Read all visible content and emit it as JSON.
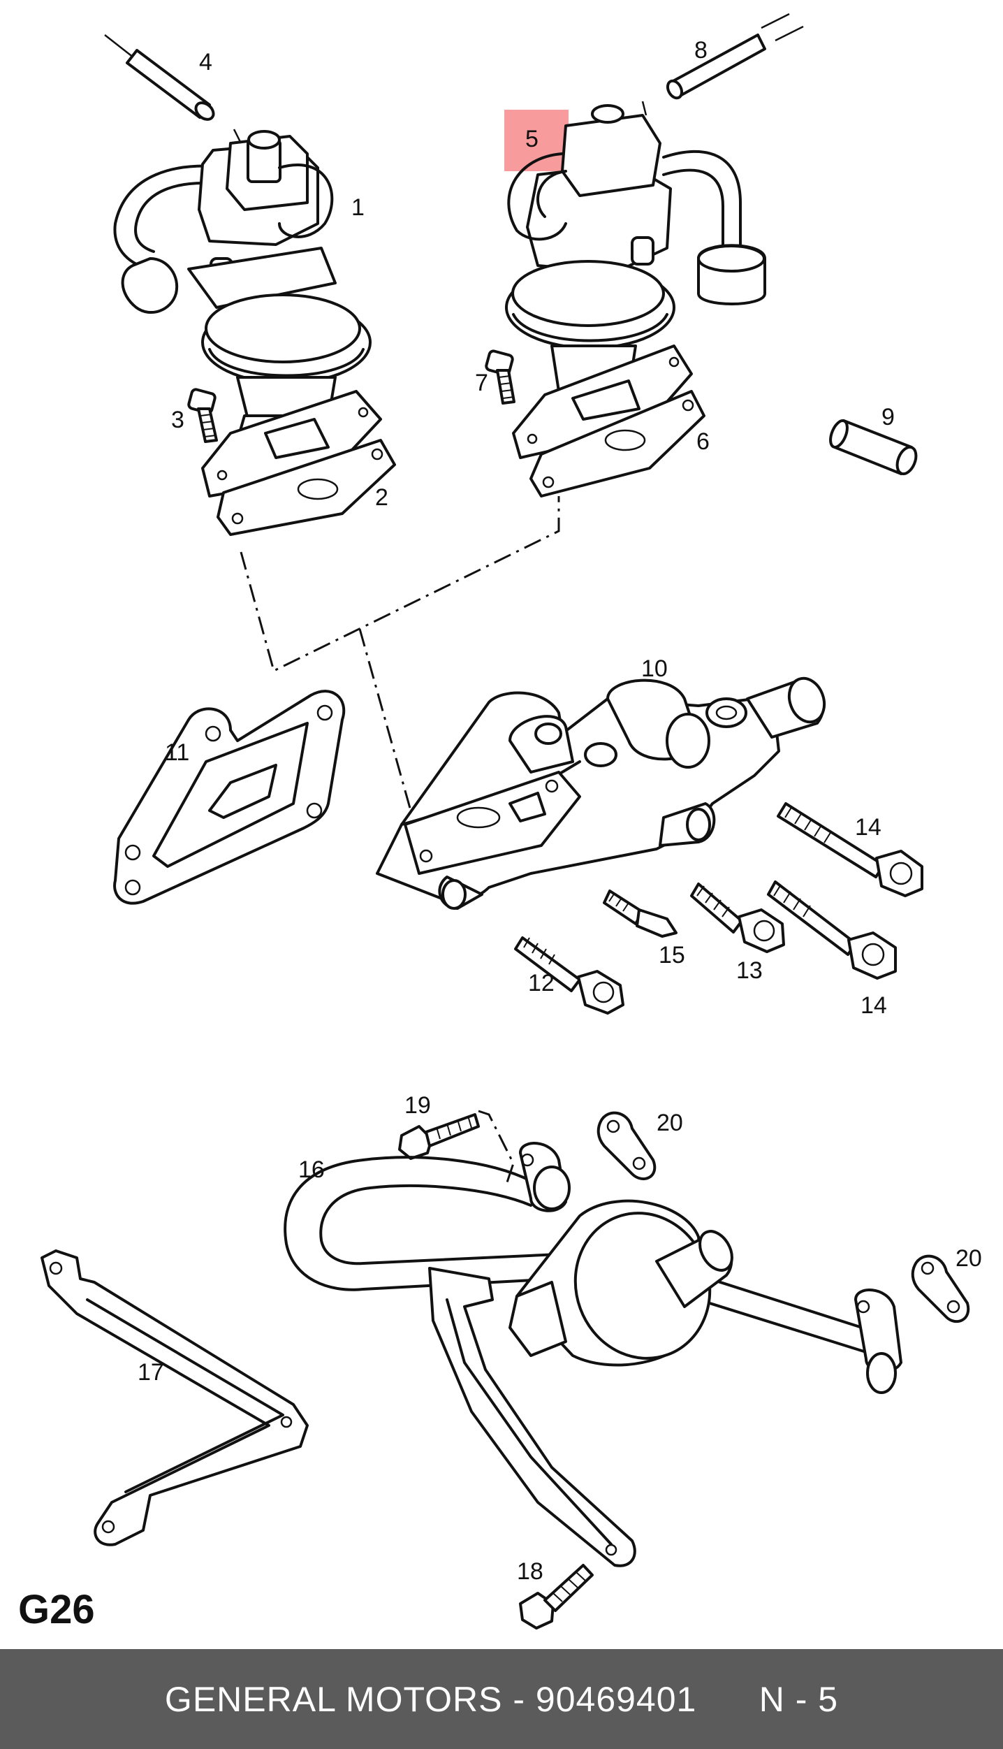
{
  "diagram": {
    "page_code": "G26",
    "callouts": [
      "1",
      "2",
      "3",
      "4",
      "5",
      "6",
      "7",
      "8",
      "9",
      "10",
      "11",
      "12",
      "13",
      "14",
      "14",
      "15",
      "16",
      "17",
      "18",
      "19",
      "20",
      "20"
    ],
    "highlighted_callout": "5",
    "highlight_color": "#f2484c"
  },
  "footer": {
    "brand": "GENERAL MOTORS",
    "separator": " - ",
    "part_number": "90469401",
    "position": "N - 5"
  }
}
